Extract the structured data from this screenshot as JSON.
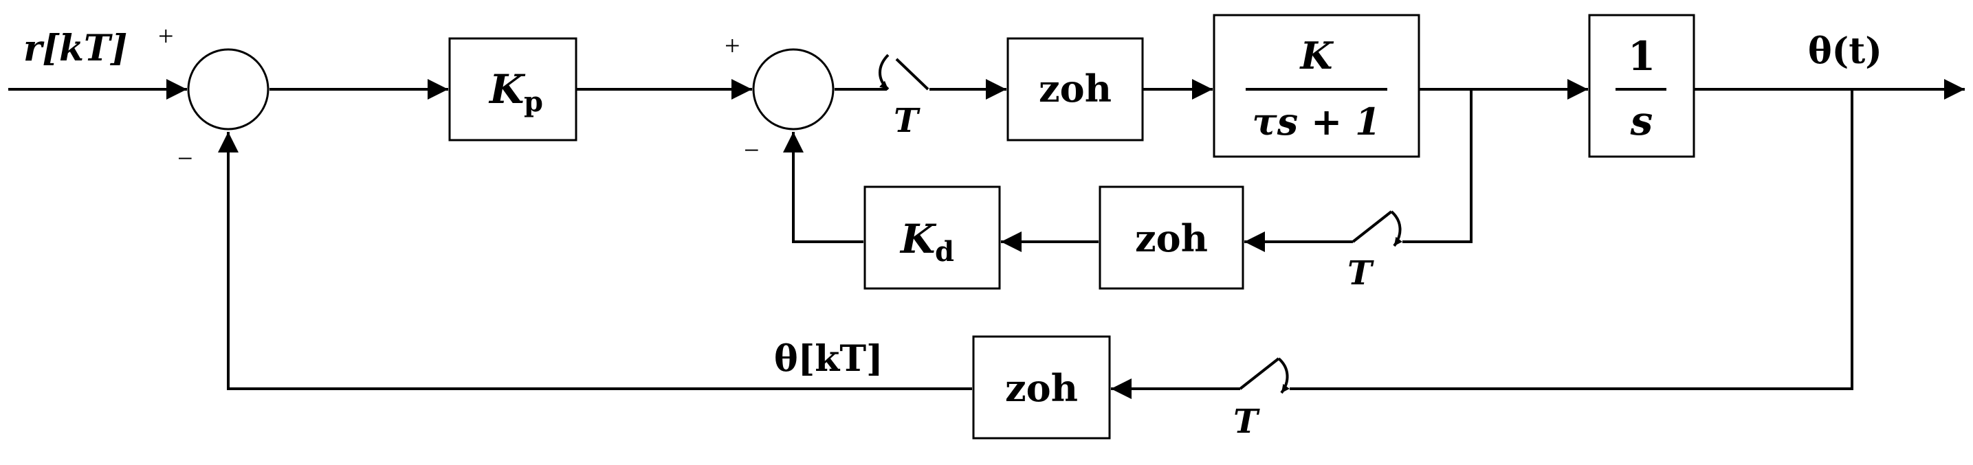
{
  "labels": {
    "input": "r[kT]",
    "output": "θ(t)",
    "feedback": "θ[kT]",
    "plus_outer": "+",
    "minus_outer": "−",
    "plus_inner": "+",
    "minus_inner": "−"
  },
  "blocks": {
    "kp": {
      "main": "K",
      "sub": "p"
    },
    "kd": {
      "main": "K",
      "sub": "d"
    },
    "zoh_forward": "zoh",
    "zoh_inner": "zoh",
    "zoh_outer": "zoh",
    "plant": {
      "numerator": "K",
      "denominator": "τs + 1"
    },
    "integrator": {
      "numerator": "1",
      "denominator": "s"
    }
  },
  "samplers": {
    "forward": "T",
    "inner": "T",
    "outer": "T"
  }
}
